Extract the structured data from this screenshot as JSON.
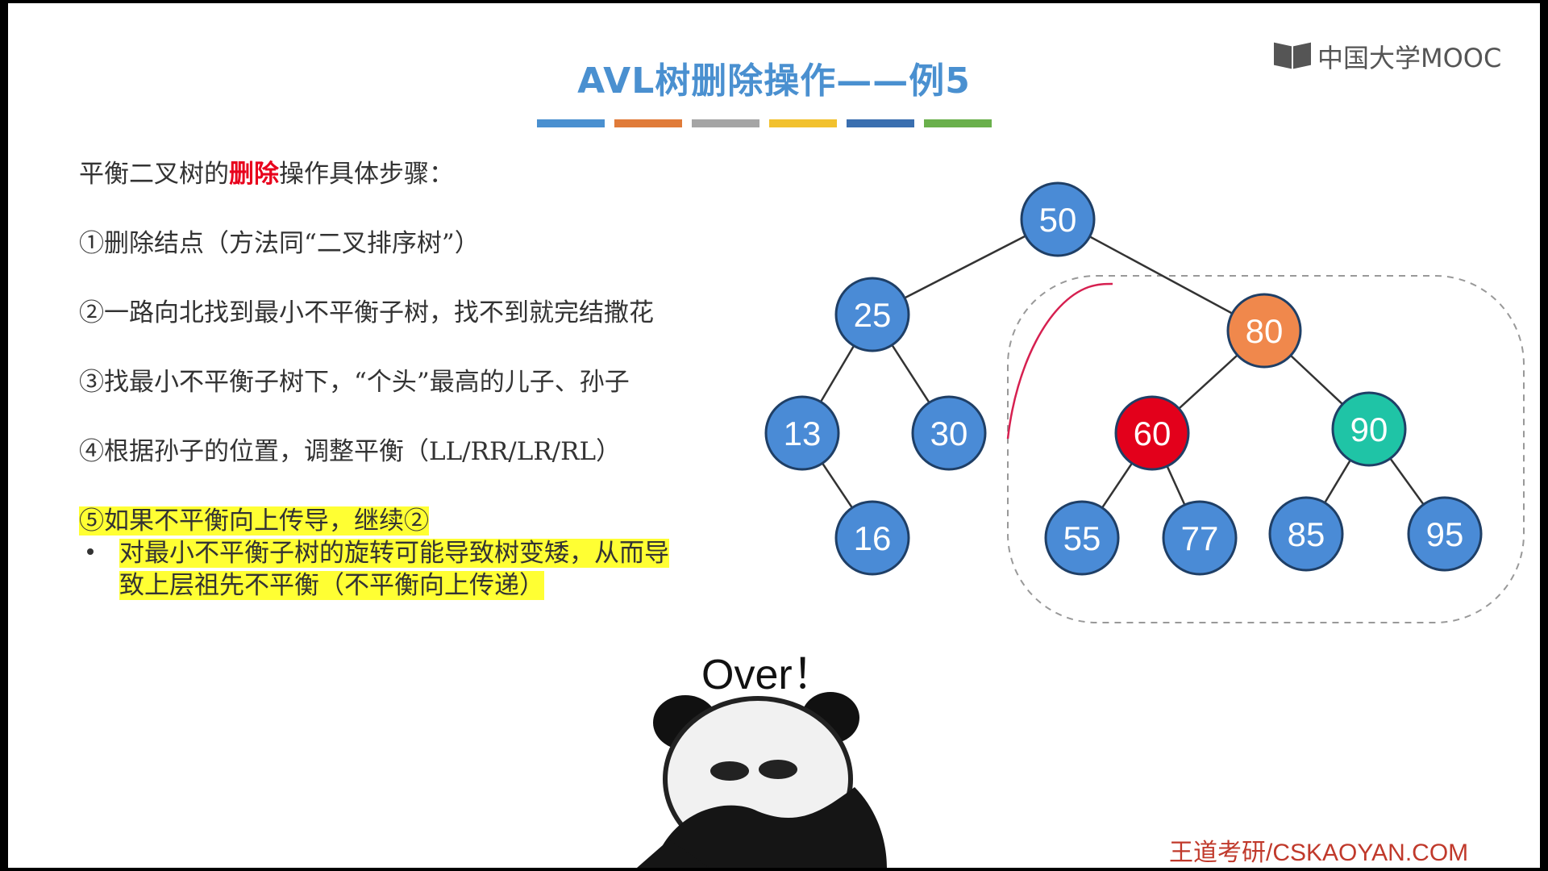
{
  "slide": {
    "title": "AVL树删除操作——例5",
    "title_bar_colors": [
      "#4a90d0",
      "#e07b39",
      "#a5a5a5",
      "#f2c12e",
      "#3a6fb0",
      "#6ab04c"
    ],
    "logo_text": "中国大学MOOC",
    "intro_prefix": "平衡二叉树的",
    "intro_emph": "删除",
    "intro_suffix": "操作具体步骤：",
    "steps": [
      "①删除结点（方法同“二叉排序树”）",
      "②一路向北找到最小不平衡子树，找不到就完结撒花",
      "③找最小不平衡子树下，“个头”最高的儿子、孙子",
      "④根据孙子的位置，调整平衡（LL/RR/LR/RL）",
      "⑤如果不平衡向上传导，继续②"
    ],
    "bullet_lines": [
      "对最小不平衡子树的旋转可能导致树变矮，从而导",
      "致上层祖先不平衡（不平衡向上传递）"
    ],
    "over_text": "Over！",
    "footer": "王道考研/CSKAOYAN.COM"
  },
  "tree": {
    "nodes": [
      {
        "id": "n50",
        "label": "50",
        "color": "#4a8bd6"
      },
      {
        "id": "n25",
        "label": "25",
        "color": "#4a8bd6"
      },
      {
        "id": "n80",
        "label": "80",
        "color": "#f0884c"
      },
      {
        "id": "n13",
        "label": "13",
        "color": "#4a8bd6"
      },
      {
        "id": "n30",
        "label": "30",
        "color": "#4a8bd6"
      },
      {
        "id": "n16",
        "label": "16",
        "color": "#4a8bd6"
      },
      {
        "id": "n60",
        "label": "60",
        "color": "#e3001b"
      },
      {
        "id": "n90",
        "label": "90",
        "color": "#1fc4a6"
      },
      {
        "id": "n55",
        "label": "55",
        "color": "#4a8bd6"
      },
      {
        "id": "n77",
        "label": "77",
        "color": "#4a8bd6"
      },
      {
        "id": "n85",
        "label": "85",
        "color": "#4a8bd6"
      },
      {
        "id": "n95",
        "label": "95",
        "color": "#4a8bd6"
      }
    ],
    "edges": [
      [
        "n50",
        "n25"
      ],
      [
        "n50",
        "n80"
      ],
      [
        "n25",
        "n13"
      ],
      [
        "n25",
        "n30"
      ],
      [
        "n13",
        "n16"
      ],
      [
        "n80",
        "n60"
      ],
      [
        "n80",
        "n90"
      ],
      [
        "n60",
        "n55"
      ],
      [
        "n60",
        "n77"
      ],
      [
        "n90",
        "n85"
      ],
      [
        "n90",
        "n95"
      ]
    ]
  }
}
